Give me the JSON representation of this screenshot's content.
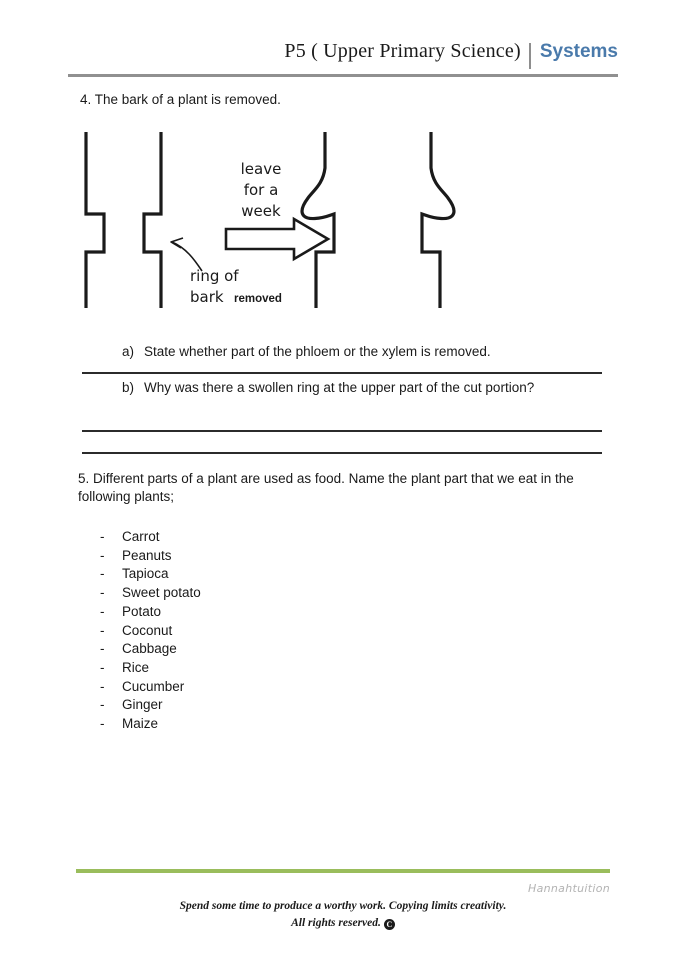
{
  "header": {
    "course_title": "P5 ( Upper Primary Science)",
    "topic_title": "Systems",
    "accent_color": "#4a7aab",
    "rule_color": "#909090"
  },
  "questions": [
    {
      "number": "4.",
      "stem": "4. The bark of a plant is removed.",
      "parts": [
        {
          "marker": "a)",
          "text": "State whether part of the phloem or the xylem is removed."
        },
        {
          "marker": "b)",
          "text": "Why was there a swollen ring at the upper part of the cut portion?"
        }
      ]
    },
    {
      "number": "5.",
      "stem": "5. Different parts of a plant are used as food. Name the plant part that we eat in the following plants;",
      "items": [
        "Carrot",
        "Peanuts",
        "Tapioca",
        "Sweet potato",
        "Potato",
        "Coconut",
        "Cabbage",
        "Rice",
        "Cucumber",
        "Ginger",
        "Maize"
      ],
      "bullet": "-"
    }
  ],
  "diagram": {
    "name": "bark-ringing-experiment",
    "arrow_label_lines": [
      "leave",
      "for a",
      "week"
    ],
    "callout_line_1": "ring of",
    "callout_line_2": "bark",
    "callout_emphasis": "removed",
    "stroke_color": "#1a1a1a"
  },
  "footer": {
    "rule_color": "#9ABD5C",
    "brand": "Hannahtuition",
    "motto_line_1": "Spend some time to produce a worthy work. Copying limits creativity.",
    "motto_line_2": "All rights reserved.",
    "copyright_glyph": "C"
  }
}
